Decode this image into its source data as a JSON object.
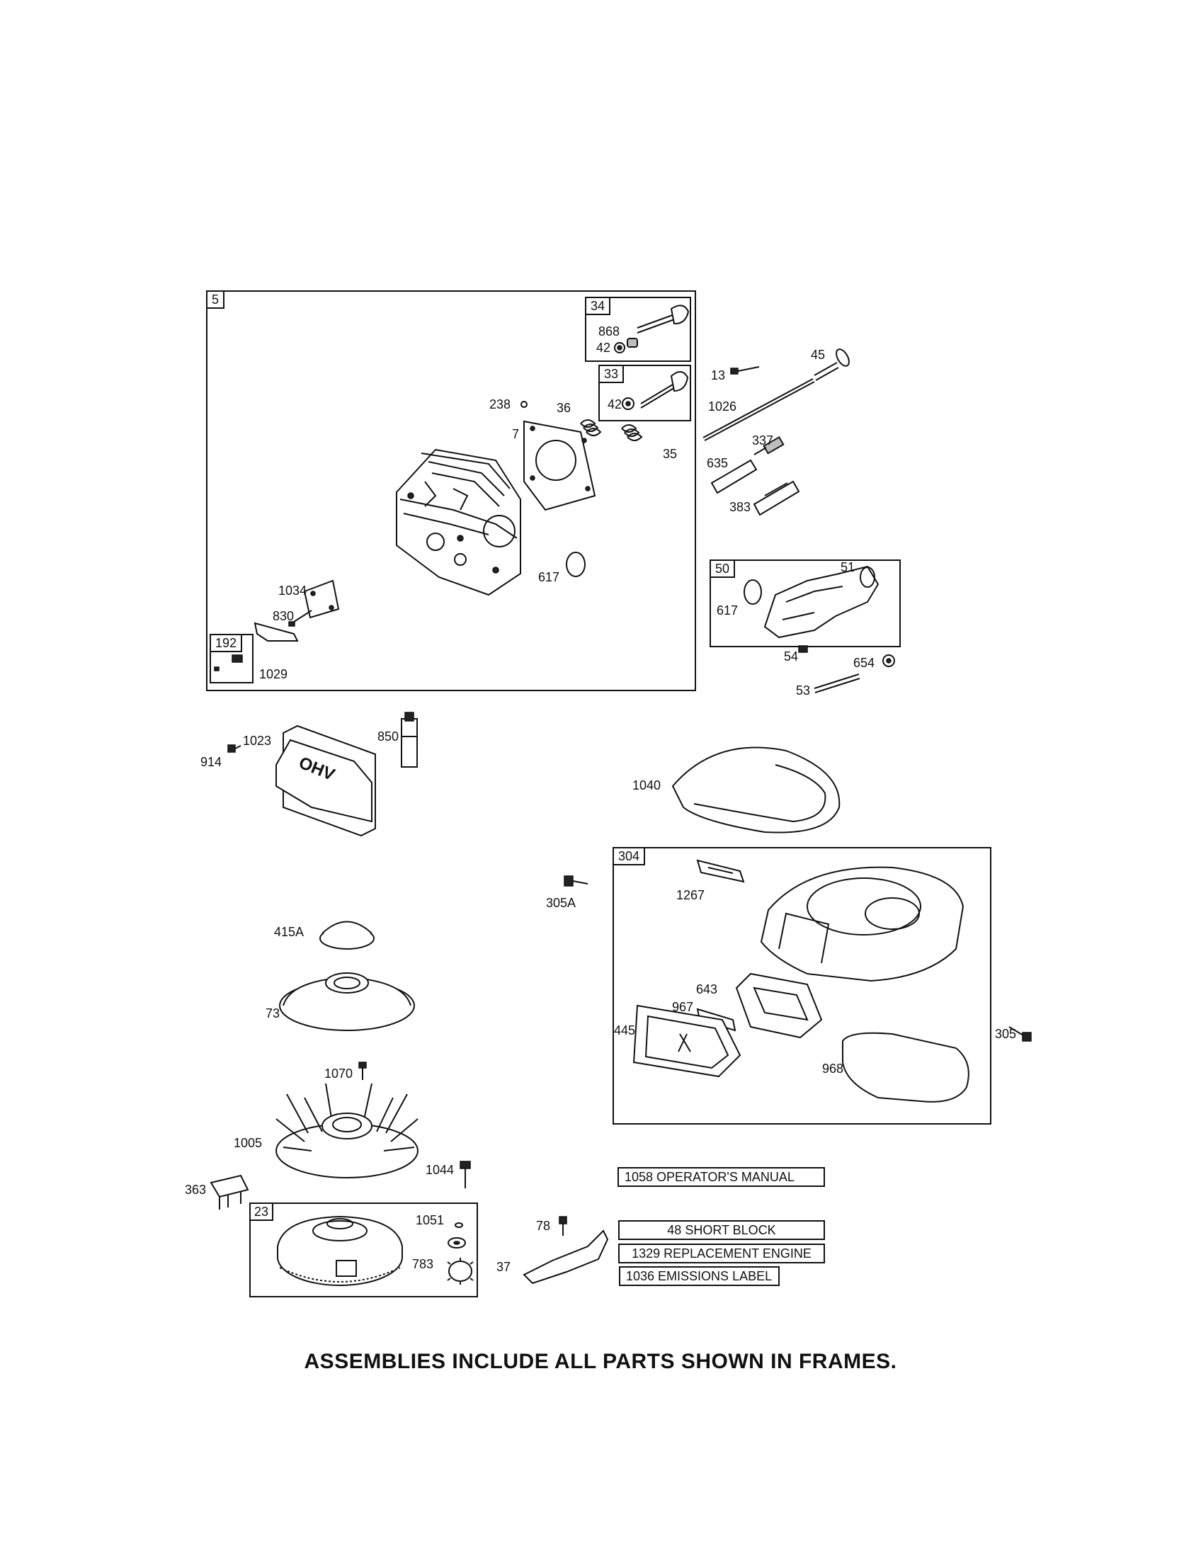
{
  "frames": {
    "f5": "5",
    "f34": "34",
    "f33": "33",
    "f192": "192",
    "f50": "50",
    "f304": "304",
    "f23": "23"
  },
  "labels": {
    "p868": "868",
    "p42a": "42",
    "p42b": "42",
    "p13": "13",
    "p45": "45",
    "p238": "238",
    "p36": "36",
    "p7": "7",
    "p35": "35",
    "p1026": "1026",
    "p337": "337",
    "p635": "635",
    "p383": "383",
    "p617a": "617",
    "p1034": "1034",
    "p830": "830",
    "p1029": "1029",
    "p617b": "617",
    "p51": "51",
    "p54": "54",
    "p654": "654",
    "p53": "53",
    "p1023": "1023",
    "p850": "850",
    "p914": "914",
    "p1040": "1040",
    "p305A": "305A",
    "p1267": "1267",
    "p415A": "415A",
    "p73": "73",
    "p643": "643",
    "p967": "967",
    "p445": "445",
    "p305": "305",
    "p968": "968",
    "p1070": "1070",
    "p1005": "1005",
    "p1044": "1044",
    "p363": "363",
    "p1051": "1051",
    "p783": "783",
    "p78": "78",
    "p37": "37"
  },
  "notes": {
    "manual": "1058 OPERATOR'S MANUAL",
    "short_block": "48 SHORT BLOCK",
    "replacement": "1329 REPLACEMENT ENGINE",
    "emissions": "1036 EMISSIONS LABEL"
  },
  "footer": "ASSEMBLIES INCLUDE ALL PARTS SHOWN IN FRAMES.",
  "icons": {
    "cover_logo": "OHV"
  }
}
